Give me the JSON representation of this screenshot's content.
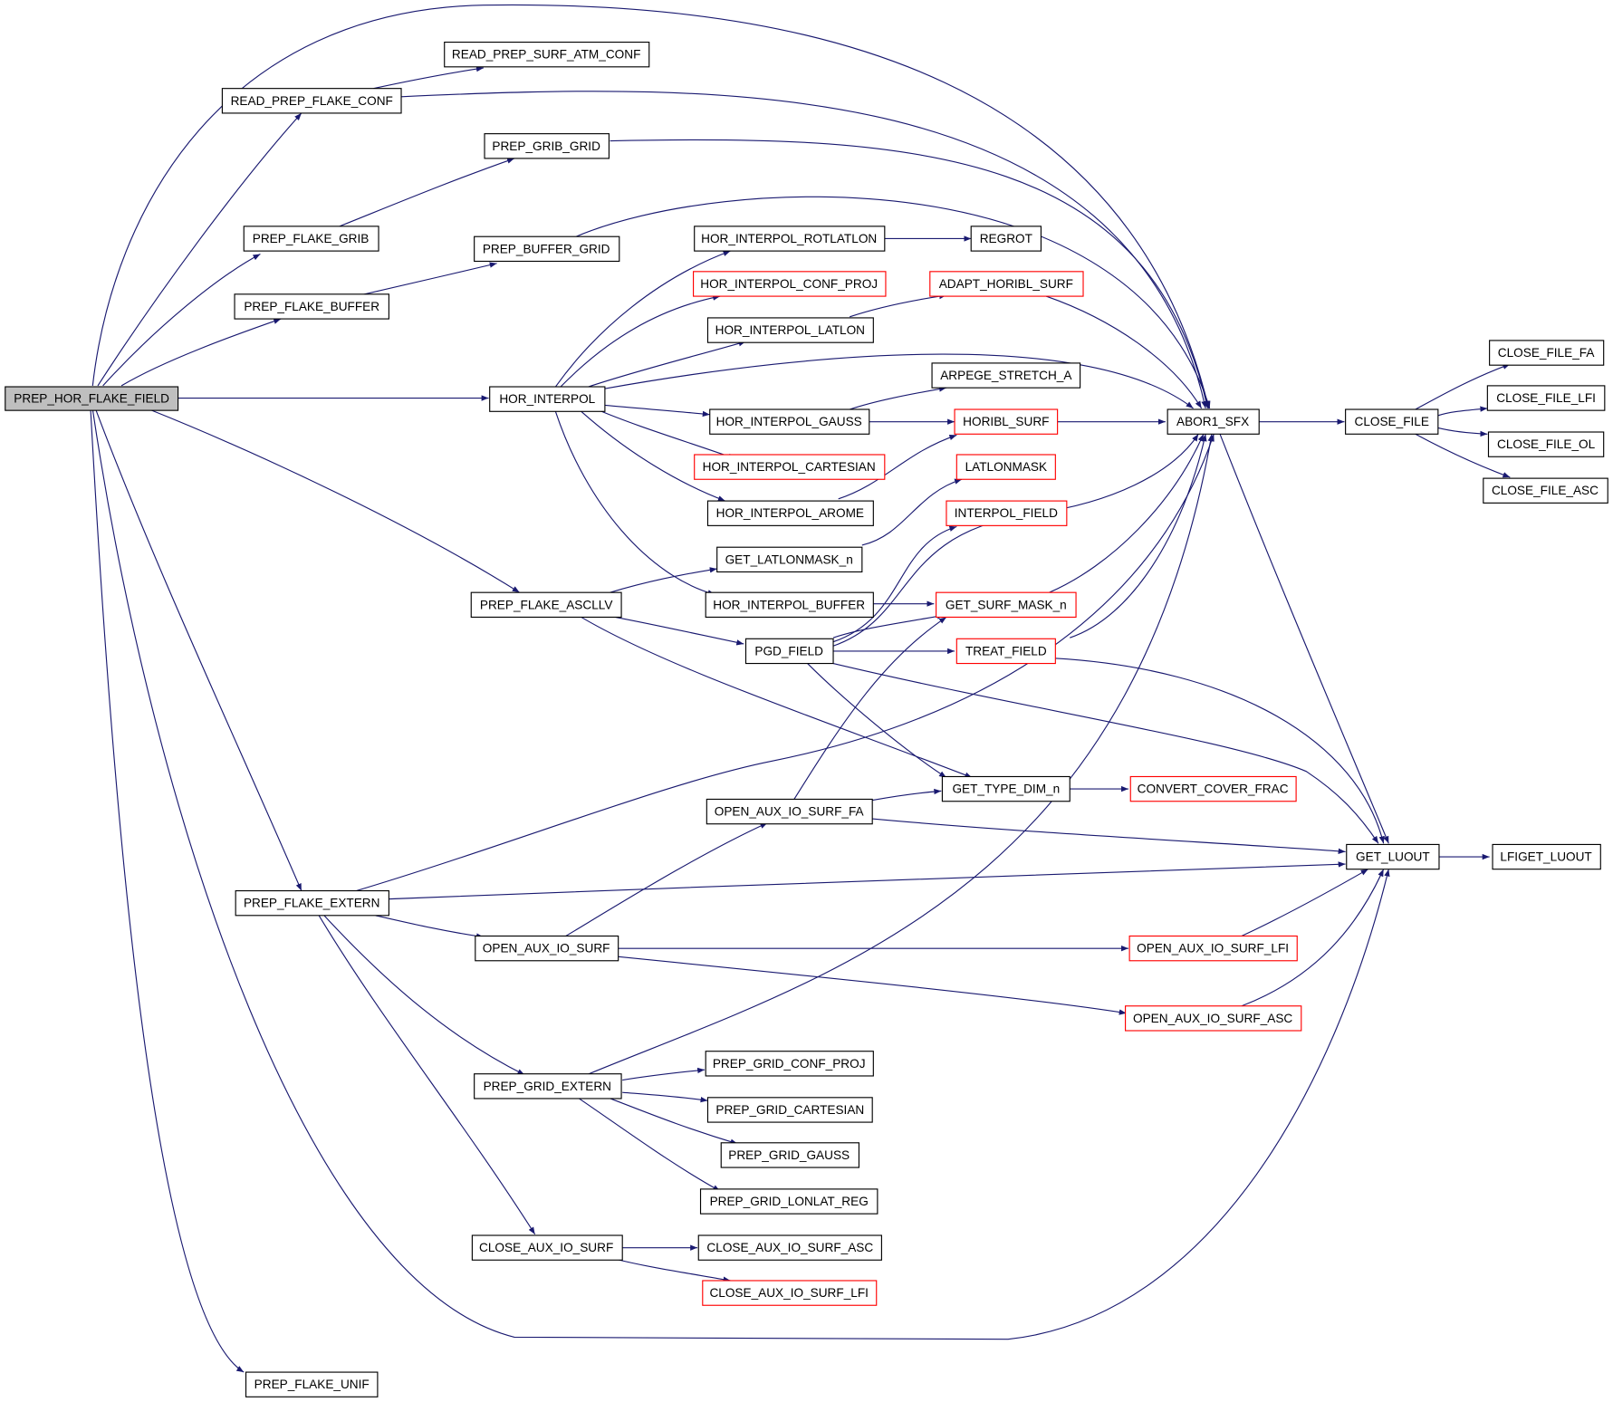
{
  "graph": {
    "type": "call-graph",
    "colors": {
      "edge": "#191970",
      "root_fill": "#bfbfbf",
      "external_border": "#ff0000",
      "node_border": "#000000"
    },
    "nodes": {
      "n0": "PREP_HOR_FLAKE_FIELD",
      "n1": "READ_PREP_SURF_ATM_CONF",
      "n2": "READ_PREP_FLAKE_CONF",
      "n3": "PREP_GRIB_GRID",
      "n4": "PREP_FLAKE_GRIB",
      "n5": "PREP_BUFFER_GRID",
      "n6": "PREP_FLAKE_BUFFER",
      "n7": "HOR_INTERPOL_ROTLATLON",
      "n8": "REGROT",
      "n9": "HOR_INTERPOL_CONF_PROJ",
      "n10": "ADAPT_HORIBL_SURF",
      "n11": "HOR_INTERPOL_LATLON",
      "n12": "HOR_INTERPOL",
      "n13": "ARPEGE_STRETCH_A",
      "n14": "HOR_INTERPOL_GAUSS",
      "n15": "HORIBL_SURF",
      "n16": "ABOR1_SFX",
      "n17": "CLOSE_FILE",
      "n18": "CLOSE_FILE_FA",
      "n19": "CLOSE_FILE_LFI",
      "n20": "CLOSE_FILE_OL",
      "n21": "CLOSE_FILE_ASC",
      "n22": "HOR_INTERPOL_CARTESIAN",
      "n23": "LATLONMASK",
      "n24": "HOR_INTERPOL_AROME",
      "n25": "INTERPOL_FIELD",
      "n26": "GET_LATLONMASK_n",
      "n27": "HOR_INTERPOL_BUFFER",
      "n28": "GET_SURF_MASK_n",
      "n29": "PREP_FLAKE_ASCLLV",
      "n30": "PGD_FIELD",
      "n31": "TREAT_FIELD",
      "n32": "GET_TYPE_DIM_n",
      "n33": "CONVERT_COVER_FRAC",
      "n34": "OPEN_AUX_IO_SURF_FA",
      "n35": "GET_LUOUT",
      "n36": "LFIGET_LUOUT",
      "n37": "PREP_FLAKE_EXTERN",
      "n38": "OPEN_AUX_IO_SURF",
      "n39": "OPEN_AUX_IO_SURF_LFI",
      "n40": "OPEN_AUX_IO_SURF_ASC",
      "n41": "PREP_GRID_EXTERN",
      "n42": "PREP_GRID_CONF_PROJ",
      "n43": "PREP_GRID_CARTESIAN",
      "n44": "PREP_GRID_GAUSS",
      "n45": "PREP_GRID_LONLAT_REG",
      "n46": "CLOSE_AUX_IO_SURF",
      "n47": "CLOSE_AUX_IO_SURF_ASC",
      "n48": "CLOSE_AUX_IO_SURF_LFI",
      "n49": "PREP_FLAKE_UNIF"
    }
  }
}
